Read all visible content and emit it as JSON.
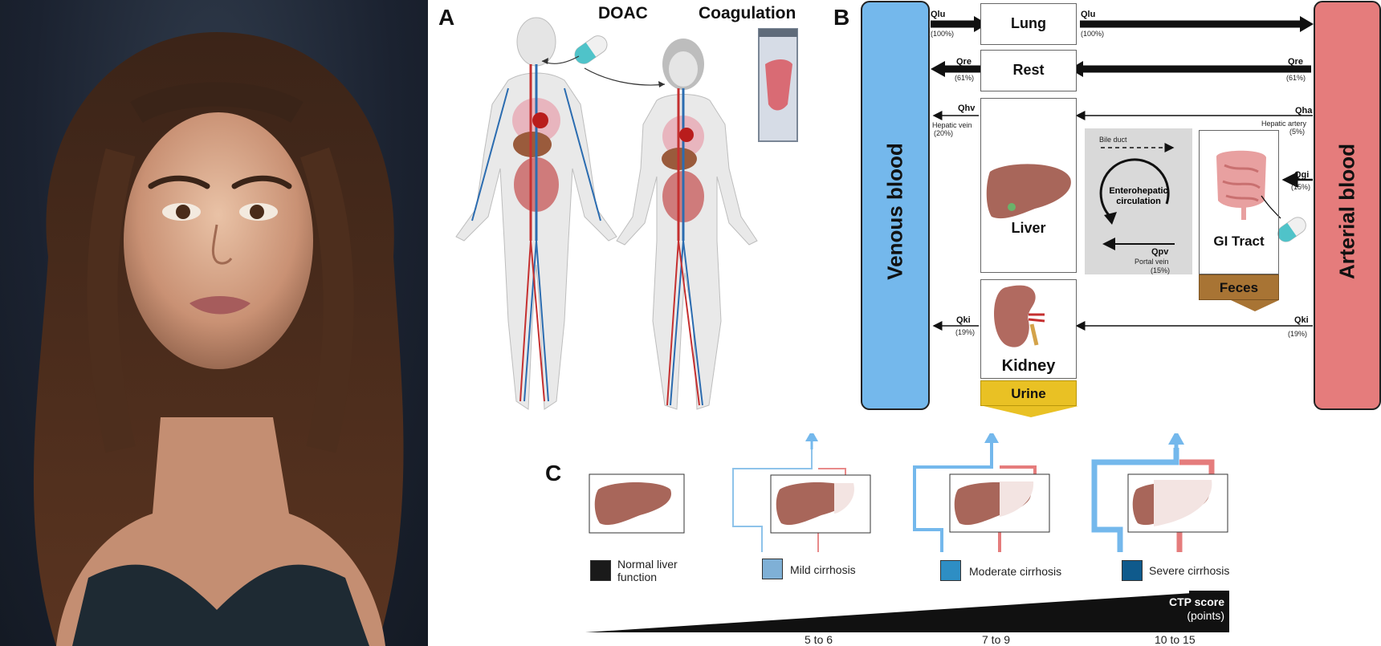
{
  "panels": {
    "a": "A",
    "b": "B",
    "c": "C"
  },
  "panel_a": {
    "doac_label": "DOAC",
    "coagulation_label": "Coagulation"
  },
  "panel_b": {
    "venous_label": "Venous blood",
    "arterial_label": "Arterial blood",
    "lung": "Lung",
    "rest": "Rest",
    "liver": "Liver",
    "kidney": "Kidney",
    "gi_tract": "GI Tract",
    "urine": "Urine",
    "feces": "Feces",
    "bile_duct": "Bile duct",
    "enterohepatic": "Enterohepatic circulation",
    "flows": {
      "qlu_left": {
        "label": "Qlu",
        "pct": "(100%)"
      },
      "qlu_right": {
        "label": "Qlu",
        "pct": "(100%)"
      },
      "qre_left": {
        "label": "Qre",
        "pct": "(61%)"
      },
      "qre_right": {
        "label": "Qre",
        "pct": "(61%)"
      },
      "qhv": {
        "label": "Qhv",
        "sub": "Hepatic vein",
        "pct": "(20%)"
      },
      "qha": {
        "label": "Qha",
        "sub": "Hepatic artery",
        "pct": "(5%)"
      },
      "qgi": {
        "label": "Qgi",
        "pct": "(15%)"
      },
      "qpv": {
        "label": "Qpv",
        "sub": "Portal vein",
        "pct": "(15%)"
      },
      "qki_left": {
        "label": "Qki",
        "pct": "(19%)"
      },
      "qki_right": {
        "label": "Qki",
        "pct": "(19%)"
      }
    }
  },
  "panel_c": {
    "legend": [
      {
        "label": "Normal liver\nfunction",
        "color": "#1a1a1a"
      },
      {
        "label": "Mild cirrhosis",
        "color": "#7fb0d6"
      },
      {
        "label": "Moderate cirrhosis",
        "color": "#2e8ec4"
      },
      {
        "label": "Severe cirrhosis",
        "color": "#0f5a8c"
      }
    ],
    "ctp_label_line1": "CTP score",
    "ctp_label_line2": "(points)",
    "ctp_ranges": [
      "5 to 6",
      "7 to 9",
      "10 to 15"
    ]
  },
  "colors": {
    "venous": "#74b8ec",
    "arterial": "#e57c7c",
    "liver": "#a8665a",
    "urine": "#e9c124",
    "feces": "#a87434",
    "enterohepatic_bg": "#d9d9d9"
  }
}
